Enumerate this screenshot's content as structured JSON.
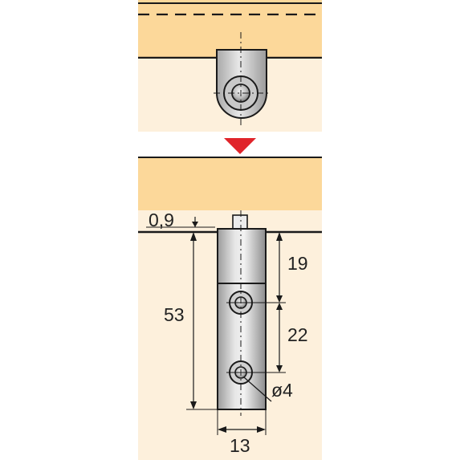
{
  "colors": {
    "shelf": "#fcd89a",
    "wall": "#fdf0dc",
    "metal_light": "#d5d5d5",
    "metal_dark": "#8a8a8a",
    "line": "#1a1a1a",
    "arrow": "#e0242a"
  },
  "top_view": {
    "label": "top view: bracket with screw hole"
  },
  "indicator": {
    "icon": "down-arrow-icon"
  },
  "dimensions": {
    "gap": "0,9",
    "total_height": "53",
    "top_to_first_hole": "19",
    "hole_spacing": "22",
    "hole_diameter": "ø4",
    "width": "13"
  }
}
